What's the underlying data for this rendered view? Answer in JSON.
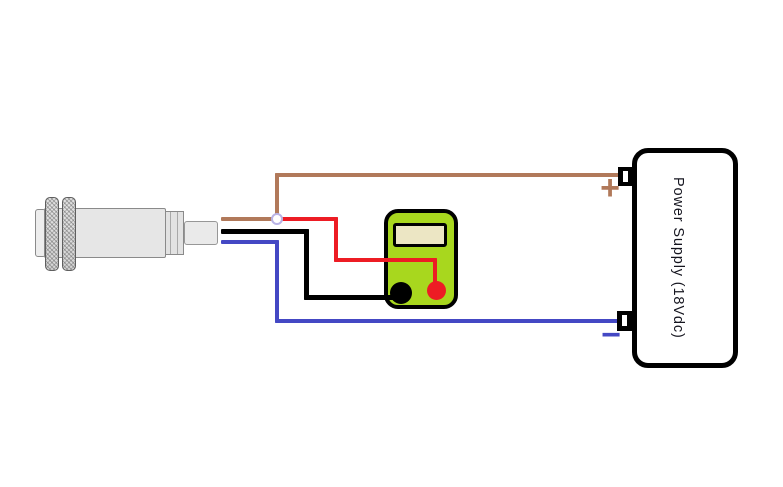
{
  "colors": {
    "background": "#ffffff",
    "brown_wire": "#b1795a",
    "red_wire": "#ed1c24",
    "blue_wire": "#4448c4",
    "black_wire": "#000000",
    "meter_body": "#a8d71e",
    "meter_display": "#ece6c4",
    "junction_ring": "#b9b3e6",
    "plus_symbol": "#b1795a",
    "minus_symbol": "#4448c4"
  },
  "sensor": {
    "type": "inductive-proximity-sensor",
    "lead_colors": [
      "brown",
      "black",
      "blue"
    ]
  },
  "multimeter": {
    "jacks": [
      {
        "name": "black-jack",
        "color": "#000000"
      },
      {
        "name": "red-jack",
        "color": "#ed1c24"
      }
    ]
  },
  "power_supply": {
    "label": "Power Supply (18Vdc)",
    "plus": "+",
    "minus": "−"
  },
  "wires": [
    {
      "name": "brown-wire",
      "color": "#b1795a",
      "from": "sensor-brown-lead",
      "to": "power-supply-positive-terminal"
    },
    {
      "name": "red-wire",
      "color": "#ed1c24",
      "from": "brown-wire-junction",
      "to": "multimeter-red-jack"
    },
    {
      "name": "black-wire",
      "color": "#000000",
      "from": "sensor-black-lead",
      "to": "multimeter-black-jack"
    },
    {
      "name": "blue-wire",
      "color": "#4448c4",
      "from": "sensor-blue-lead",
      "to": "power-supply-negative-terminal"
    }
  ]
}
